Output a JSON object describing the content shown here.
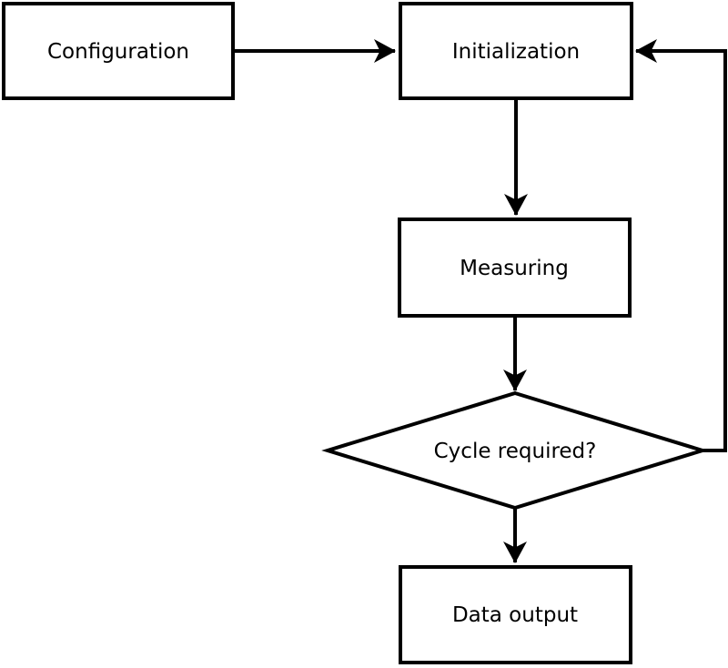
{
  "diagram": {
    "type": "flowchart",
    "nodes": [
      {
        "id": "configuration",
        "shape": "rectangle",
        "label": "Configuration"
      },
      {
        "id": "initialization",
        "shape": "rectangle",
        "label": "Initialization"
      },
      {
        "id": "measuring",
        "shape": "rectangle",
        "label": "Measuring"
      },
      {
        "id": "cycle-required",
        "shape": "diamond",
        "label": "Cycle required?"
      },
      {
        "id": "data-output",
        "shape": "rectangle",
        "label": "Data output"
      }
    ],
    "edges": [
      {
        "from": "configuration",
        "to": "initialization",
        "style": "arrow",
        "route": "horizontal"
      },
      {
        "from": "initialization",
        "to": "measuring",
        "style": "arrow",
        "route": "vertical"
      },
      {
        "from": "measuring",
        "to": "cycle-required",
        "style": "arrow",
        "route": "vertical"
      },
      {
        "from": "cycle-required",
        "to": "data-output",
        "style": "arrow",
        "route": "vertical"
      },
      {
        "from": "cycle-required",
        "to": "initialization",
        "style": "arrow",
        "route": "right-side-feedback-loop"
      }
    ],
    "colors": {
      "stroke": "#000000",
      "node_fill": "#ffffff",
      "text": "#000000",
      "background": "#ffffff"
    }
  }
}
